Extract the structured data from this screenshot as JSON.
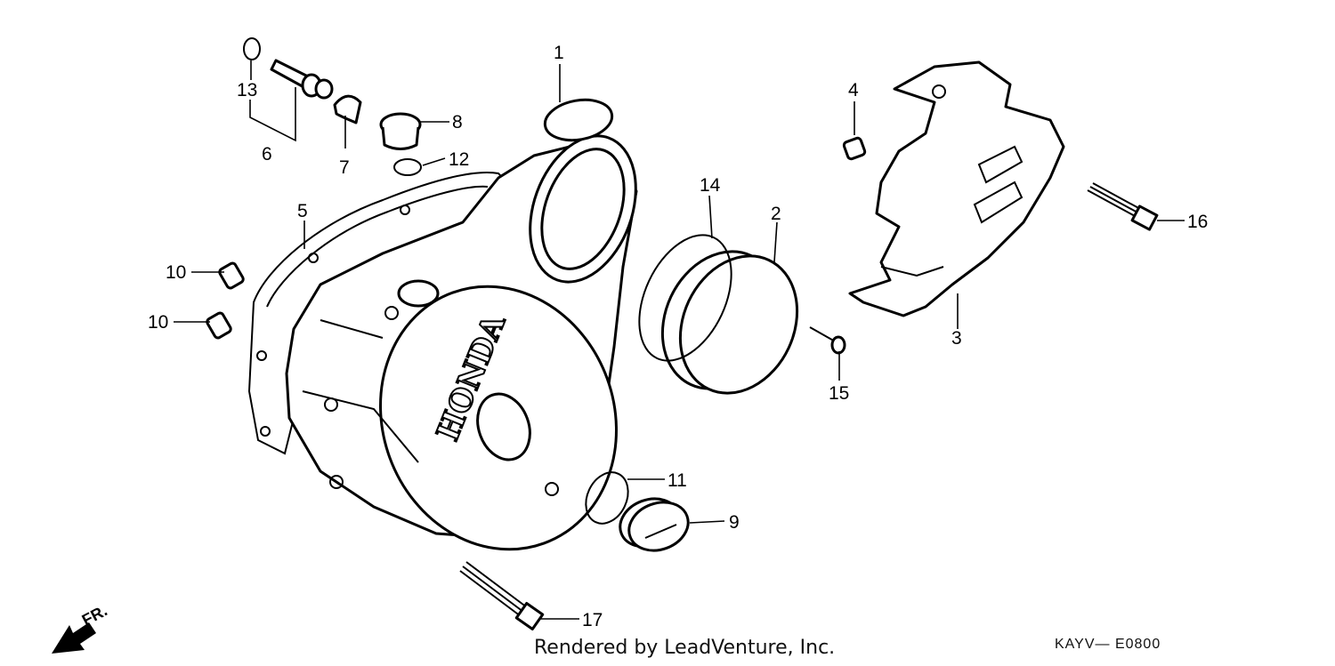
{
  "callouts": {
    "c1": "1",
    "c2": "2",
    "c3": "3",
    "c4": "4",
    "c5": "5",
    "c6": "6",
    "c7": "7",
    "c8": "8",
    "c9": "9",
    "c10a": "10",
    "c10b": "10",
    "c11": "11",
    "c12": "12",
    "c13": "13",
    "c14": "14",
    "c15": "15",
    "c16": "16",
    "c17": "17"
  },
  "brand_mark": "HONDA",
  "direction_label": "FR.",
  "credit": "Rendered by LeadVenture, Inc.",
  "diagram_code": "KAYV— E0800"
}
